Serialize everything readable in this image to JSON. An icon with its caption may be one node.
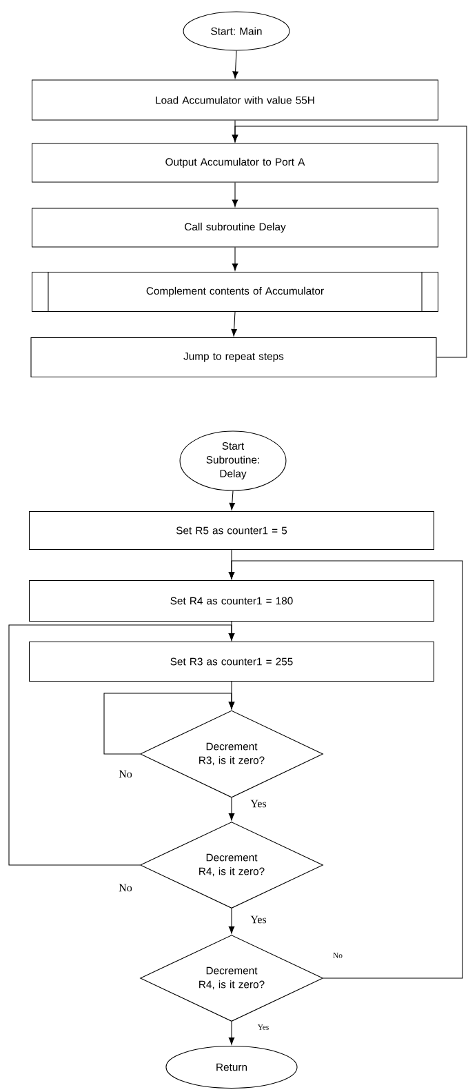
{
  "diagram": {
    "nodes": [
      {
        "text": [
          "Start: Main"
        ]
      },
      {
        "text": [
          "Load Accumulator with value 55H"
        ]
      },
      {
        "text": [
          "Output Accumulator to Port A"
        ]
      },
      {
        "text": [
          "Call subroutine Delay"
        ]
      },
      {
        "text": [
          "Complement contents of Accumulator"
        ]
      },
      {
        "text": [
          "Jump to repeat steps"
        ]
      },
      {
        "text": [
          "Start Subroutine: Delay"
        ]
      },
      {
        "text": [
          "Set R5 as counter1 = 5"
        ]
      },
      {
        "text": [
          "Set R4 as counter1 = 180"
        ]
      },
      {
        "text": [
          "Set R3 as counter1 = 255"
        ]
      },
      {
        "text": [
          "Decrement R3, is it zero?"
        ]
      },
      {
        "text": [
          "Decrement R4, is it zero?"
        ]
      },
      {
        "text": [
          "Decrement R4, is it zero?"
        ]
      },
      {
        "text": [
          "Return"
        ]
      }
    ],
    "edges": [
      {
        "from": 0,
        "to": 1,
        "arrow": "to"
      },
      {
        "from": 1,
        "to": 2,
        "arrow": "to"
      },
      {
        "from": 5,
        "to": 2,
        "arrow": "to"
      },
      {
        "from": 2,
        "to": 3,
        "arrow": "to"
      },
      {
        "from": 3,
        "to": 4,
        "arrow": "to"
      },
      {
        "from": 4,
        "to": 5,
        "arrow": "to"
      },
      {
        "from": 6,
        "to": 7,
        "arrow": "to"
      },
      {
        "from": 7,
        "to": 8,
        "arrow": "to"
      },
      {
        "from": 12,
        "to": 8,
        "arrow": "to",
        "label": "No"
      },
      {
        "from": 8,
        "to": 9,
        "arrow": "to"
      },
      {
        "from": 11,
        "to": 9,
        "arrow": "to",
        "label": "No"
      },
      {
        "from": 9,
        "to": 10,
        "arrow": "to"
      },
      {
        "from": 10,
        "to": 10,
        "arrow": "to",
        "label": "No"
      },
      {
        "from": 10,
        "to": 11,
        "arrow": "to",
        "label": "Yes"
      },
      {
        "from": 11,
        "to": 12,
        "arrow": "to",
        "label": "Yes"
      },
      {
        "from": 12,
        "to": 13,
        "arrow": "to",
        "label": "Yes"
      }
    ]
  }
}
